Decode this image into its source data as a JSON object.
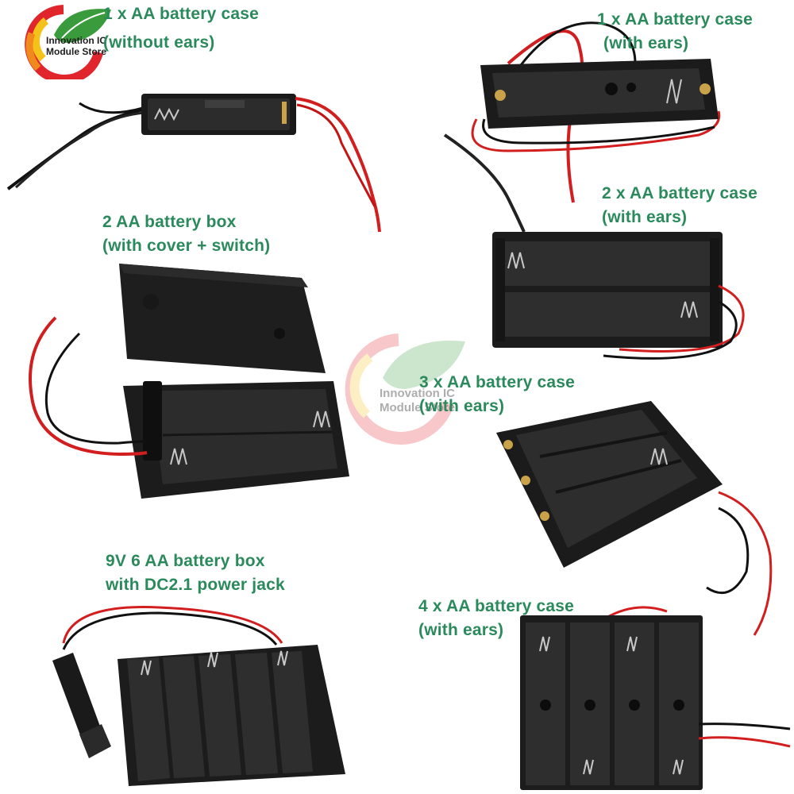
{
  "logo": {
    "line1": "Innovation IC",
    "line2": "Module Store",
    "colors": {
      "green": "#3a9b3c",
      "orange": "#f08a1c",
      "red": "#e0262c",
      "yellow": "#f5c21a"
    }
  },
  "watermark": {
    "line1": "Innovation IC",
    "line2": "Module Store"
  },
  "label_color": "#2b8a5c",
  "products": [
    {
      "line1": "1 x AA battery case",
      "line2": "(without ears)"
    },
    {
      "line1": "1 x AA battery case",
      "line2": "(with ears)"
    },
    {
      "line1": "2 x AA battery case",
      "line2": "(with ears)"
    },
    {
      "line1": "2 AA battery box",
      "line2": "(with cover + switch)"
    },
    {
      "line1": "3 x AA battery case",
      "line2": "(with ears)"
    },
    {
      "line1": "9V 6 AA battery box",
      "line2": "with DC2.1 power jack"
    },
    {
      "line1": "4 x AA battery case",
      "line2": "(with ears)"
    }
  ]
}
